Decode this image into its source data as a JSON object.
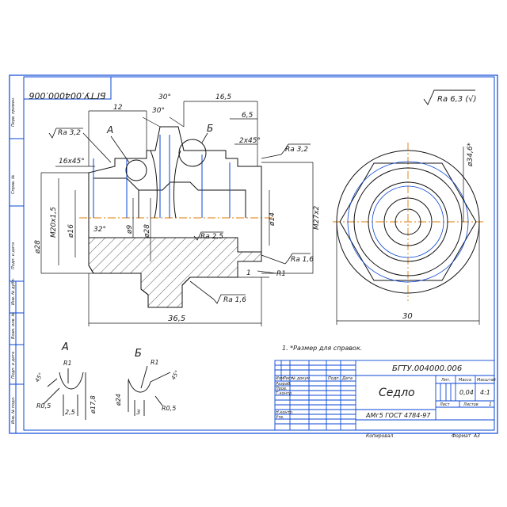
{
  "drawing": {
    "code": "БГТУ.004000.006",
    "code_mirrored": "БГТУ.004000.006",
    "part_name": "Седло",
    "material": "АМг5 ГОСТ 4784-97",
    "mass": "0,04",
    "scale": "4:1",
    "sheet_label": "Лист",
    "sheets_label": "Листов",
    "sheets_count": "1",
    "lit_label": "Лит.",
    "mass_label": "Масса",
    "scale_label": "Масштаб",
    "copied_label": "Копировал",
    "format_label": "Формат",
    "format_value": "А3",
    "title_rows": [
      "Изм",
      "Лист",
      "№ докум.",
      "Подп.",
      "Дата"
    ],
    "role_rows": [
      "Разраб.",
      "Пров.",
      "Т.контр.",
      "",
      "Н.контр.",
      "Утв."
    ]
  },
  "side_labels": [
    "Перв. примен.",
    "Справ. №",
    "Подп. и дата",
    "Инв. № дубл.",
    "Взам. инв. №",
    "Подп. и дата",
    "Инв. № подл."
  ],
  "roughness_general": "Ra 6,3 (√)",
  "note": "1. *Размер для справок.",
  "main_view": {
    "dims_top": [
      "30°",
      "30°",
      "16,5",
      "12",
      "6,5",
      "2x45°",
      "16x45°"
    ],
    "dims_left": [
      "М20х1,5",
      "ø16",
      "ø9",
      "ø28",
      "32°"
    ],
    "dims_right": [
      "ø14",
      "М27х2",
      "ø28"
    ],
    "roughness": [
      "Ra 3,2",
      "Ra 3,2",
      "Ra 2,5",
      "Ra 1,6",
      "Ra 1,6"
    ],
    "radius": "R1",
    "small_dim": "1",
    "length_total": "36,5",
    "detail_A": "А",
    "detail_B": "Б"
  },
  "side_view": {
    "diameter": "ø34,6*",
    "width": "30"
  },
  "detail_a": {
    "title": "А",
    "angle": "45°",
    "r1": "R1",
    "r05": "R0,5",
    "dim": "2,5",
    "dia": "ø17,8"
  },
  "detail_b": {
    "title": "Б",
    "r1": "R1",
    "angle": "45°",
    "dia": "ø24",
    "dim": "3",
    "r05": "R0,5"
  }
}
